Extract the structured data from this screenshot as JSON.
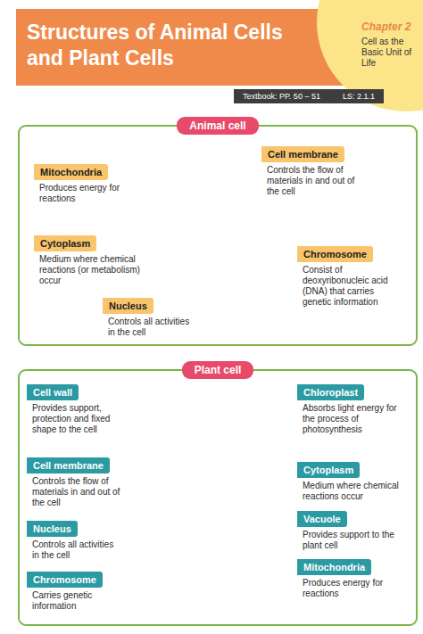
{
  "diagram": {
    "title": "Structures of Animal Cells and Plant Cells",
    "nodes": [
      {
        "text": [
          "Chapter 2",
          "Cell as the Basic Unit of Life"
        ]
      },
      {
        "text": [
          "Textbook: PP. 50 – 51",
          "LS: 2.1.1"
        ]
      },
      {
        "text": [
          "Animal cell"
        ]
      },
      {
        "text": [
          "Mitochondria",
          "Produces energy for reactions"
        ],
        "in": 2
      },
      {
        "text": [
          "Cell membrane",
          "Controls the flow of materials in and out of the cell"
        ],
        "in": 2
      },
      {
        "text": [
          "Cytoplasm",
          "Medium where chemical reactions (or metabolism) occur"
        ],
        "in": 2
      },
      {
        "text": [
          "Chromosome",
          "Consist of deoxyribonucleic acid (DNA) that carries genetic information"
        ],
        "in": 2
      },
      {
        "text": [
          "Nucleus",
          "Controls all activities in the cell"
        ],
        "in": 2
      },
      {
        "text": [
          "Plant cell"
        ]
      },
      {
        "text": [
          "Cell wall",
          "Provides support, protection and fixed shape to the cell"
        ],
        "in": 8
      },
      {
        "text": [
          "Chloroplast",
          "Absorbs light energy for the process of photosynthesis"
        ],
        "in": 8
      },
      {
        "text": [
          "Cell membrane",
          "Controls the flow of materials in and out of the cell"
        ],
        "in": 8
      },
      {
        "text": [
          "Cytoplasm",
          "Medium where chemical reactions occur"
        ],
        "in": 8
      },
      {
        "text": [
          "Nucleus",
          "Controls all activities in the cell"
        ],
        "in": 8
      },
      {
        "text": [
          "Vacuole",
          "Provides support to the plant cell"
        ],
        "in": 8
      },
      {
        "text": [
          "Chromosome",
          "Carries genetic information"
        ],
        "in": 8
      },
      {
        "text": [
          "Mitochondria",
          "Produces energy for reactions"
        ],
        "in": 8
      }
    ]
  }
}
